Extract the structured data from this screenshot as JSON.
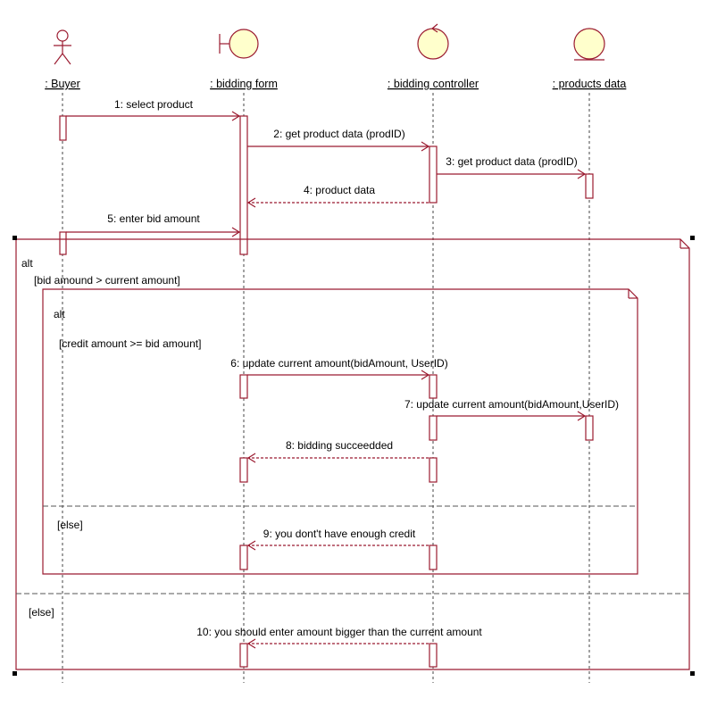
{
  "participants": [
    {
      "id": "buyer",
      "label": ": Buyer",
      "kind": "actor"
    },
    {
      "id": "form",
      "label": ": bidding form",
      "kind": "boundary"
    },
    {
      "id": "controller",
      "label": ": bidding controller",
      "kind": "control"
    },
    {
      "id": "data",
      "label": ": products data",
      "kind": "entity"
    }
  ],
  "messages": [
    {
      "n": "1: select product"
    },
    {
      "n": "2: get product data (prodID)"
    },
    {
      "n": "3: get product data (prodID)"
    },
    {
      "n": "4: product data"
    },
    {
      "n": "5: enter bid amount"
    },
    {
      "n": "6: update current amount(bidAmount, UserID)"
    },
    {
      "n": "7: update current amount(bidAmount,UserID)"
    },
    {
      "n": "8: bidding succeedded"
    },
    {
      "n": "9: you dont't have enough credit"
    },
    {
      "n": "10: you should enter amount bigger than the current amount"
    }
  ],
  "fragments": {
    "outer": {
      "operator": "alt",
      "guard": "[bid amound > current amount]",
      "else_guard": "[else]"
    },
    "inner": {
      "operator": "alt",
      "guard": "[credit amount >= bid amount]",
      "else_guard": "[else]"
    }
  },
  "colors": {
    "stroke": "#9b1b30",
    "object_fill": "#ffffcc"
  }
}
